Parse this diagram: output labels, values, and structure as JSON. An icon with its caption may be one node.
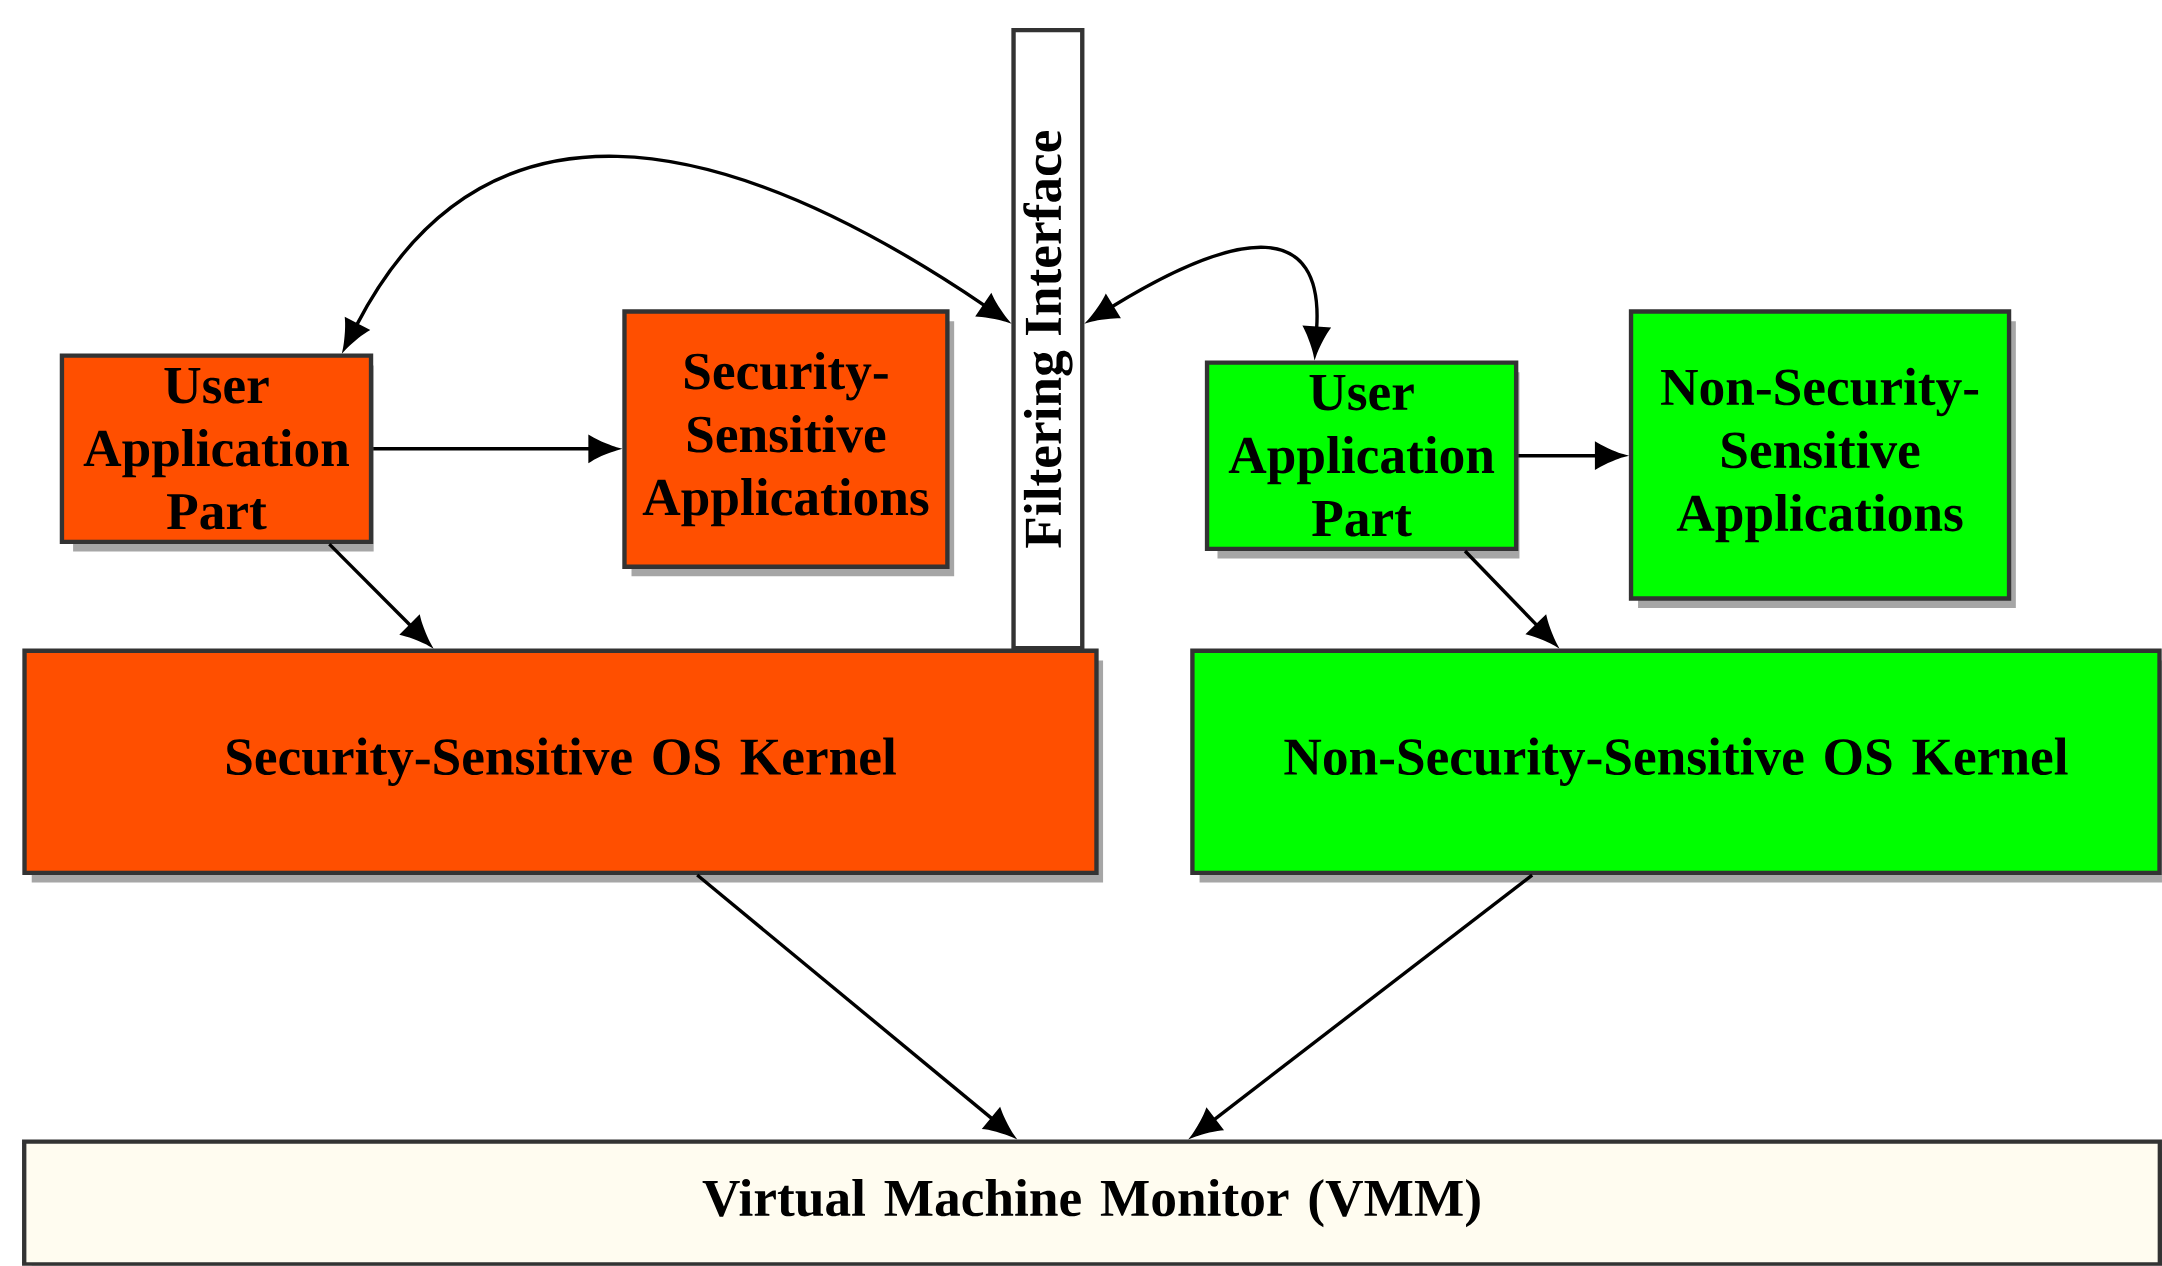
{
  "diagram": {
    "nodes": [
      {
        "text": [
          "Filtering Interface"
        ]
      },
      {
        "text": [
          "User Application Part"
        ]
      },
      {
        "text": [
          "Security-Sensitive Applications"
        ]
      },
      {
        "text": [
          "User Application Part"
        ]
      },
      {
        "text": [
          "Non-Security-Sensitive Applications"
        ]
      },
      {
        "text": [
          "Security-Sensitive OS Kernel"
        ]
      },
      {
        "text": [
          "Non-Security-Sensitive OS Kernel"
        ]
      },
      {
        "text": [
          "Virtual Machine Monitor (VMM)"
        ]
      }
    ],
    "edges": [
      {
        "from": 1,
        "to": 0,
        "arrow": "both"
      },
      {
        "from": 0,
        "to": 3,
        "arrow": "both"
      },
      {
        "from": 1,
        "to": 2,
        "arrow": "to"
      },
      {
        "from": 3,
        "to": 4,
        "arrow": "to"
      },
      {
        "from": 1,
        "to": 5,
        "arrow": "to"
      },
      {
        "from": 3,
        "to": 6,
        "arrow": "to"
      },
      {
        "from": 5,
        "to": 7,
        "arrow": "to"
      },
      {
        "from": 6,
        "to": 7,
        "arrow": "to"
      }
    ]
  }
}
